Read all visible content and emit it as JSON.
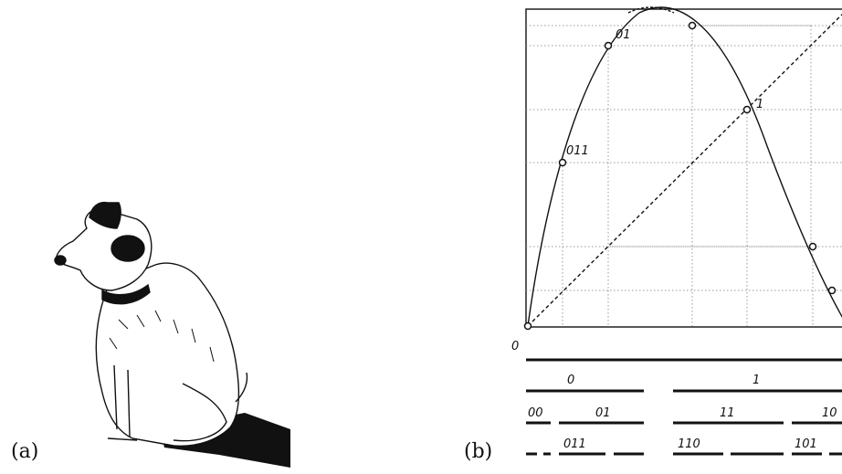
{
  "panels": {
    "a": {
      "label": "(a)",
      "image": "dog-sketch"
    },
    "b": {
      "label": "(b)"
    }
  },
  "map_plot": {
    "point_labels": {
      "p0": "0",
      "p01": "01",
      "p011": "011",
      "p1": "1"
    }
  },
  "partition_bars": {
    "row1": [
      "0",
      "1"
    ],
    "row2": [
      "00",
      "01",
      "11",
      "10"
    ],
    "row3": [
      "011",
      "110",
      "101"
    ]
  },
  "colors": {
    "ink": "#111111",
    "grid": "#9a9a9a",
    "paper": "#ffffff"
  }
}
